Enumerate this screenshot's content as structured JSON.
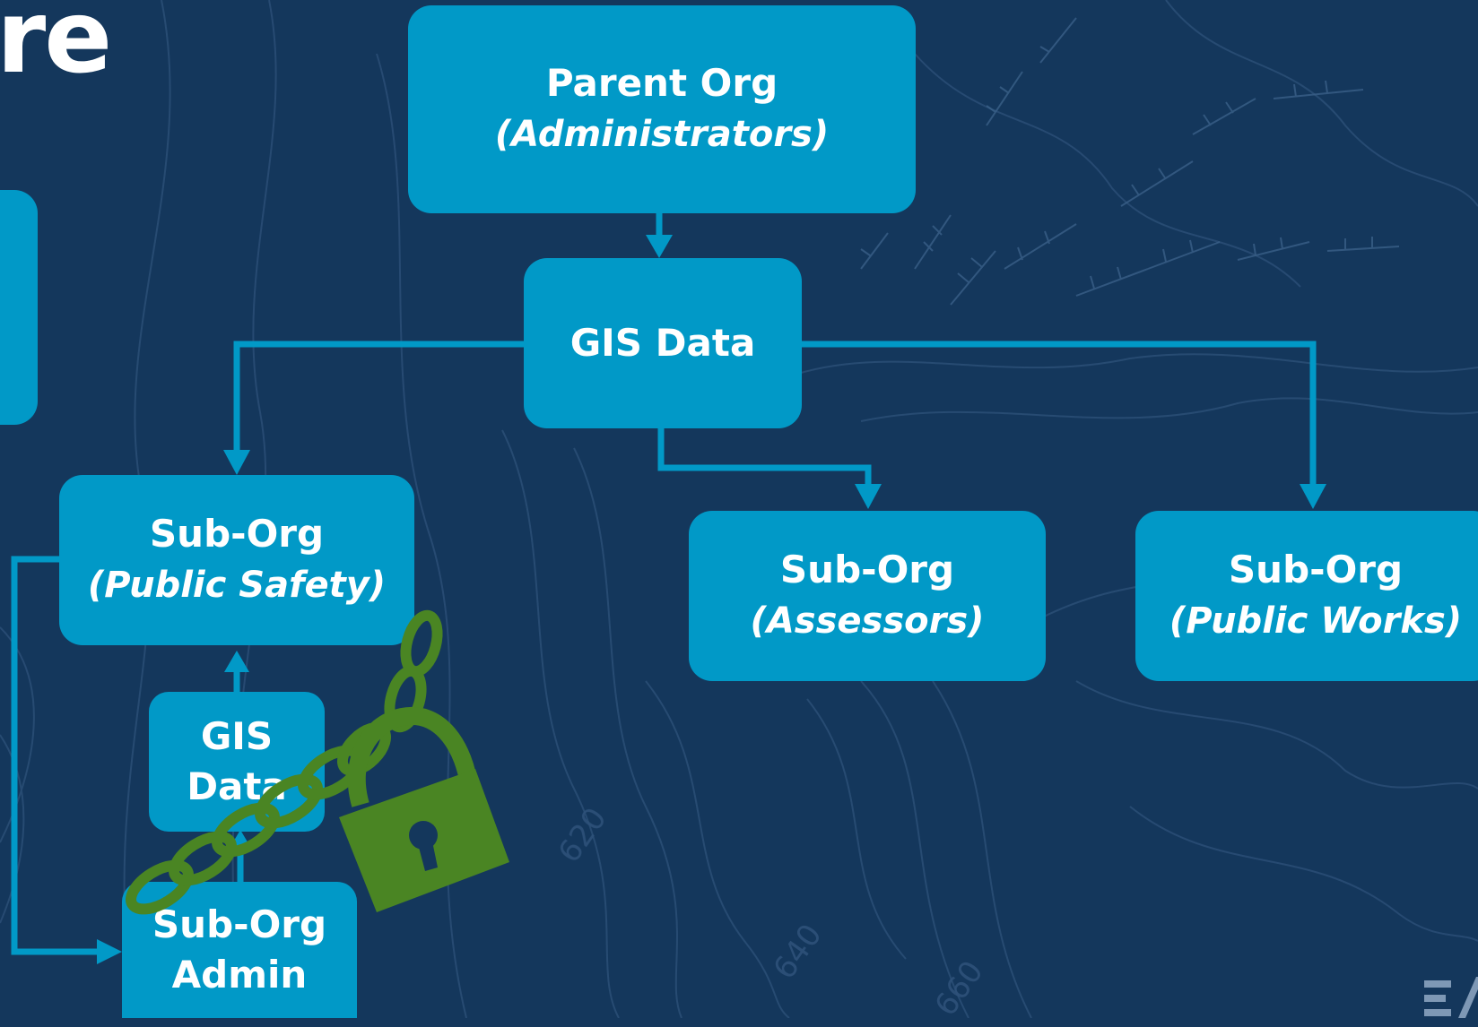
{
  "title_fragment": "re",
  "nodes": {
    "parent": {
      "line1": "Parent Org",
      "line2": "(Administrators)"
    },
    "gis_data_main": {
      "line1": "GIS Data"
    },
    "sub_public_safety": {
      "line1": "Sub-Org",
      "line2": "(Public Safety)"
    },
    "sub_assessors": {
      "line1": "Sub-Org",
      "line2": "(Assessors)"
    },
    "sub_public_works": {
      "line1": "Sub-Org",
      "line2": "(Public Works)"
    },
    "gis_data_small": {
      "line1": "GIS",
      "line2": "Data"
    },
    "sub_admin": {
      "line1": "Sub-Org",
      "line2": "Admin"
    }
  },
  "contour_labels": [
    "620",
    "640",
    "660"
  ],
  "icons": [
    "chain-icon",
    "padlock-icon"
  ],
  "colors": {
    "background": "#14375c",
    "box": "#0199c7",
    "connector": "#0199c7",
    "lock": "#4a8523",
    "text": "#ffffff"
  }
}
